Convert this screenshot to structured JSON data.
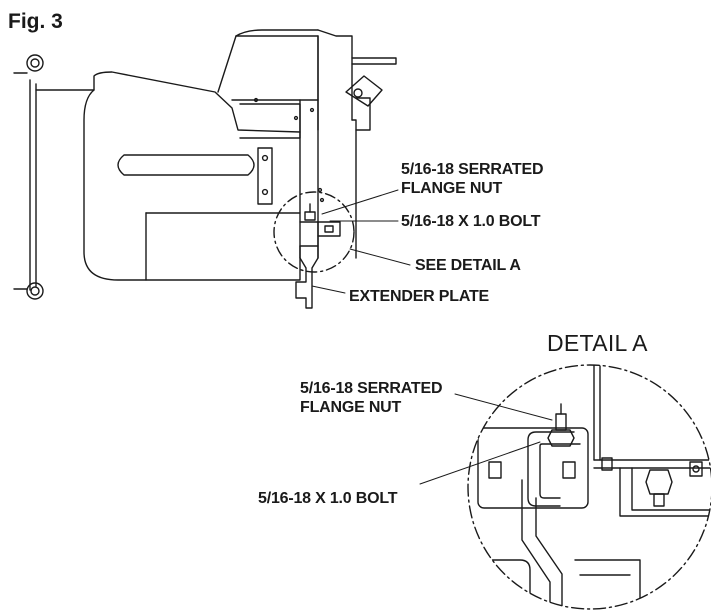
{
  "figure_title": "Fig. 3",
  "callouts": {
    "flange_nut": [
      "5/16-18 SERRATED",
      "FLANGE NUT"
    ],
    "bolt": "5/16-18 X 1.0 BOLT",
    "see_detail": "SEE DETAIL A",
    "extender_plate": "EXTENDER PLATE"
  },
  "detail": {
    "title": "DETAIL A",
    "flange_nut": [
      "5/16-18 SERRATED",
      "FLANGE NUT"
    ],
    "bolt": "5/16-18 X 1.0 BOLT"
  },
  "colors": {
    "line": "#1a1a1a",
    "background": "#ffffff"
  }
}
